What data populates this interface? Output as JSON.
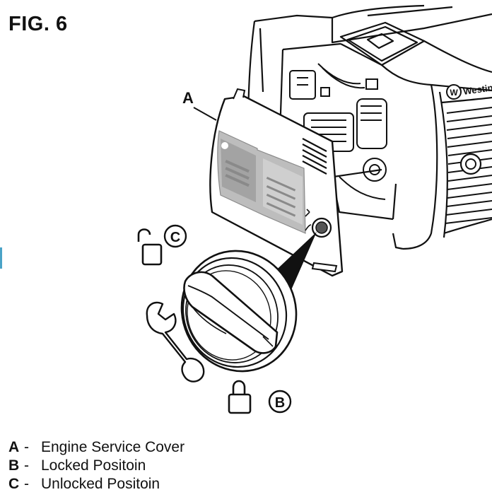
{
  "figure": {
    "title": "FIG. 6"
  },
  "callouts": {
    "a": "A",
    "b": "B",
    "c": "C"
  },
  "brand": {
    "name": "Westinghouse",
    "logo_glyph": "W"
  },
  "icons": {
    "locked": "padlock-closed-icon",
    "unlocked": "padlock-open-icon",
    "tool": "wrench-icon"
  },
  "legend": [
    {
      "key": "A",
      "sep": "-",
      "text": "Engine Service Cover"
    },
    {
      "key": "B",
      "sep": "-",
      "text": "Locked Positoin"
    },
    {
      "key": "C",
      "sep": "-",
      "text": "Unlocked Positoin"
    }
  ],
  "colors": {
    "line": "#111111",
    "label_panel": "#bdbdbd",
    "label_panel_dark": "#8a8a8a"
  }
}
